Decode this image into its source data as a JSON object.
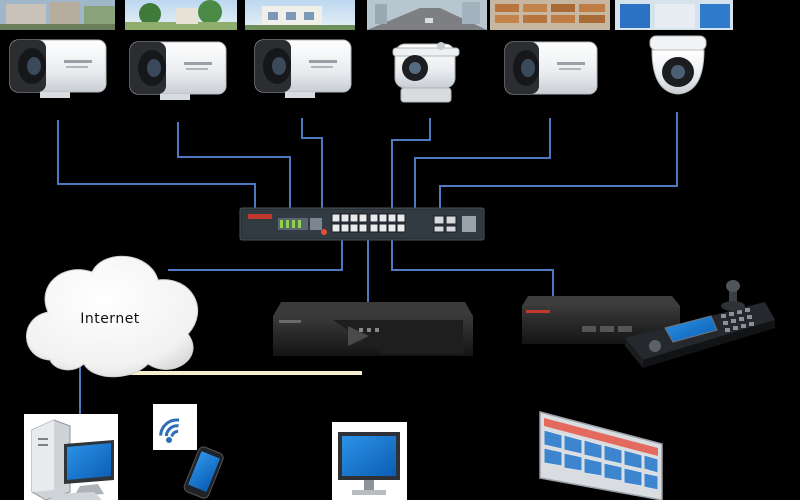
{
  "diagram": {
    "background": "#000000",
    "link_color": "#4f78c2",
    "cable_color": "#f5efcf",
    "cloud_label": "Internet",
    "scenes": [
      "scene-residential",
      "scene-park",
      "scene-building",
      "scene-street",
      "scene-warehouse",
      "scene-office"
    ],
    "cameras": [
      {
        "kind": "bullet-camera",
        "icon": "bullet-camera-icon"
      },
      {
        "kind": "bullet-camera",
        "icon": "bullet-camera-icon"
      },
      {
        "kind": "bullet-camera",
        "icon": "bullet-camera-icon"
      },
      {
        "kind": "explosion-proof-camera",
        "icon": "housing-camera-icon"
      },
      {
        "kind": "bullet-camera",
        "icon": "bullet-camera-icon"
      },
      {
        "kind": "dome-camera",
        "icon": "dome-camera-icon"
      }
    ],
    "devices": {
      "switch": "poe-switch-icon",
      "nvr": "nvr-recorder-icon",
      "decoder": "decoder-icon",
      "keyboard": "control-keyboard-icon",
      "pc": "desktop-pc-icon",
      "phone": "smartphone-icon",
      "wifi": "wifi-icon",
      "monitor": "monitor-icon",
      "video_wall": "video-wall-icon"
    }
  }
}
